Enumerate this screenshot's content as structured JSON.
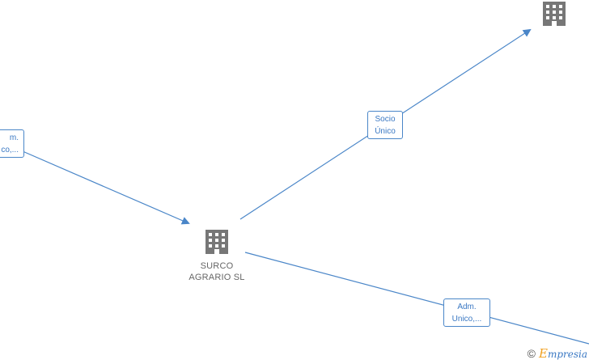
{
  "nodes": {
    "main_company": {
      "name_line1": "SURCO",
      "name_line2": "AGRARIO SL",
      "icon": "building-icon"
    },
    "top_right_company": {
      "icon": "building-icon"
    }
  },
  "edges": {
    "left_in": {
      "line1": "m.",
      "line2": "co,..."
    },
    "socio": {
      "line1": "Socio",
      "line2": "Único"
    },
    "adm_out": {
      "line1": "Adm.",
      "line2": "Unico,..."
    }
  },
  "colors": {
    "edge": "#4a86c8",
    "icon": "#777777",
    "label": "#666666"
  },
  "watermark": {
    "copyright": "©",
    "brand_initial": "E",
    "brand_rest": "mpresia"
  }
}
